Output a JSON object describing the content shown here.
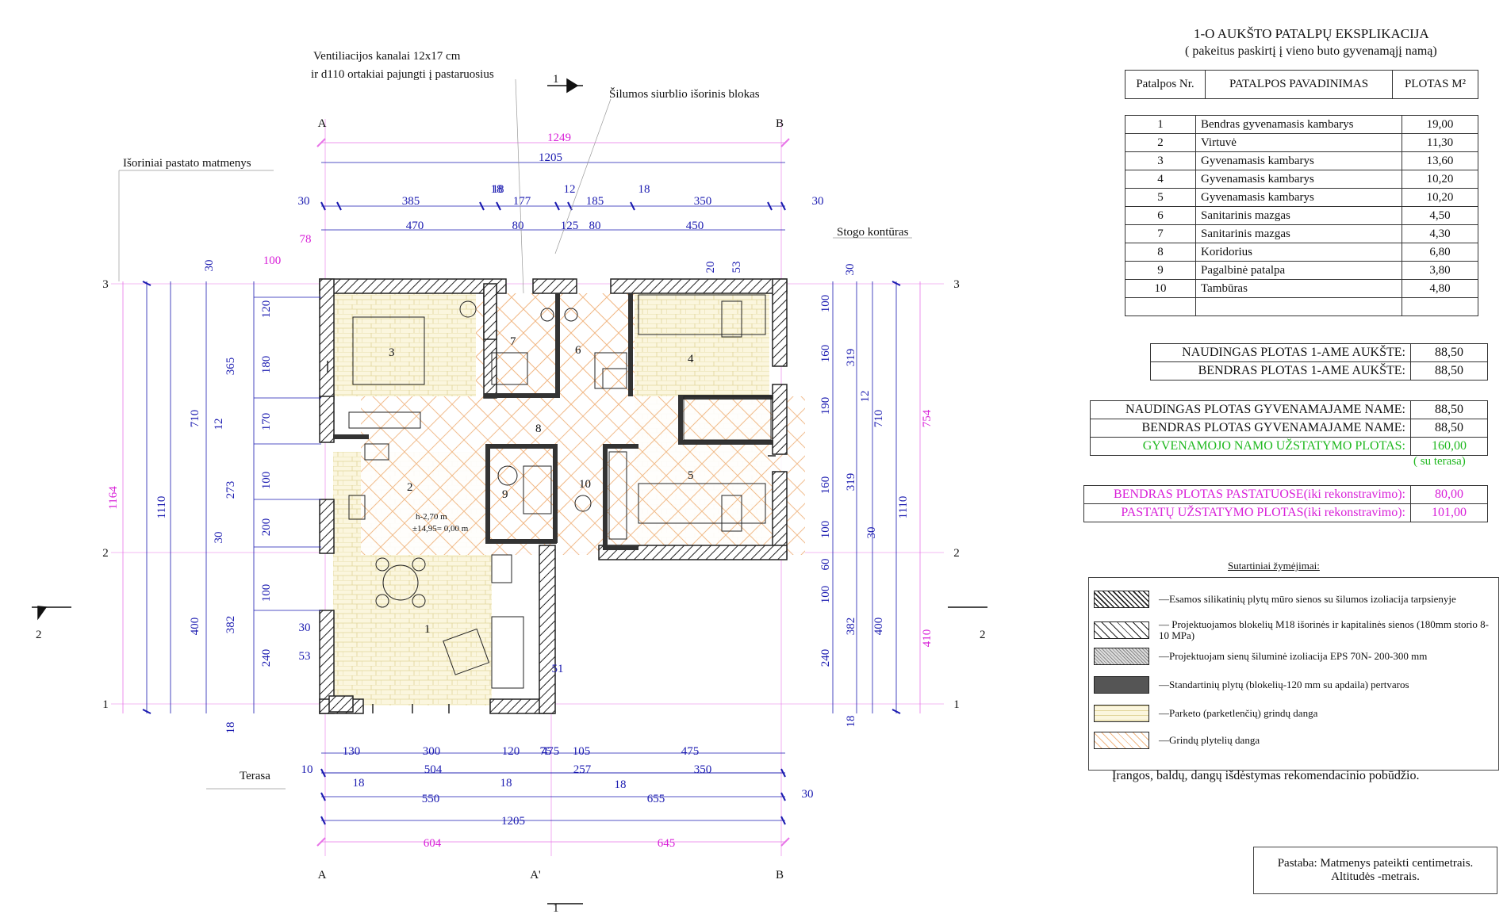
{
  "explication": {
    "title": "1-O AUKŠTO PATALPŲ  EKSPLIKACIJA",
    "subtitle": "( pakeitus paskirtį į vieno buto gyvenamąjį namą)",
    "headers": [
      "Patalpos Nr.",
      "PATALPOS PAVADINIMAS",
      "PLOTAS M²"
    ],
    "rows": [
      [
        "1",
        "Bendras gyvenamasis kambarys",
        "19,00"
      ],
      [
        "2",
        "Virtuvė",
        "11,30"
      ],
      [
        "3",
        "Gyvenamasis kambarys",
        "13,60"
      ],
      [
        "4",
        "Gyvenamasis kambarys",
        "10,20"
      ],
      [
        "5",
        "Gyvenamasis kambarys",
        "10,20"
      ],
      [
        "6",
        "Sanitarinis mazgas",
        "4,50"
      ],
      [
        "7",
        "Sanitarinis mazgas",
        "4,30"
      ],
      [
        "8",
        "Koridorius",
        "6,80"
      ],
      [
        "9",
        "Pagalbinė patalpa",
        "3,80"
      ],
      [
        "10",
        "Tambūras",
        "4,80"
      ]
    ]
  },
  "summary1": [
    [
      "NAUDINGAS PLOTAS 1-AME AUKŠTE:",
      "88,50"
    ],
    [
      "BENDRAS PLOTAS 1-AME AUKŠTE:",
      "88,50"
    ]
  ],
  "summary2": [
    [
      "NAUDINGAS PLOTAS GYVENAMAJAME NAME:",
      "88,50"
    ],
    [
      "BENDRAS PLOTAS GYVENAMAJAME NAME:",
      "88,50"
    ],
    [
      "GYVENAMOJO NAMO UŽSTATYMO PLOTAS:",
      "160,00"
    ]
  ],
  "su_terasa": "( su terasa)",
  "summary3": [
    [
      "BENDRAS PLOTAS PASTATUOSE(iki rekonstravimo):",
      "80,00"
    ],
    [
      "PASTATŲ UŽSTATYMO PLOTAS(iki rekonstravimo):",
      "101,00"
    ]
  ],
  "legend": {
    "title": "Sutartiniai žymėjimai:",
    "items": [
      "Esamos silikatinių plytų mūro sienos su šilumos izoliacija tarpsienyje",
      "Projektuojamos blokelių M18 išorinės ir kapitalinės sienos (180mm storio 8-10 MPa)",
      "Projektuojam sienų šiluminė izoliacija EPS 70N- 200-300 mm",
      "Standartinių plytų (blokelių-120 mm su apdaila)  pertvaros",
      "Parketo (parketlenčių) grindų danga",
      "Grindų plytelių danga"
    ]
  },
  "equipment_note": "Įrangos, baldų, dangų išdėstymas  rekomendacinio pobūdžio.",
  "note_line1": "Pastaba: Matmenys pateikti centimetrais.",
  "note_line2": "Altitudės -metrais.",
  "plan_labels": {
    "vent1": "Ventiliacijos kanalai 12x17 cm",
    "vent2": "ir d110 ortakiai pajungti į pastaruosius",
    "heat_pump": "Šilumos siurblio išorinis blokas",
    "outer_dims": "Išoriniai pastato matmenys",
    "roof": "Stogo kontūras",
    "terrace": "Terasa",
    "height": "h-2,70 m",
    "level": "±14,95= 0,00 m"
  },
  "axes": {
    "A": "A",
    "A2": "A'",
    "B": "B",
    "n1": "1",
    "n2": "2",
    "n3": "3"
  },
  "section_marks": {
    "s1": "1",
    "s2": "2"
  },
  "dims_top_row1": [
    "30",
    "385",
    "18",
    "177",
    "12",
    "185",
    "18",
    "350",
    "30"
  ],
  "dims_top_row2": [
    "470",
    "80",
    "125",
    "80",
    "450"
  ],
  "dims_top_total": "1205",
  "dims_top_magenta": "1249",
  "dims_top_misc": [
    "78",
    "100",
    "30",
    "20",
    "53",
    "30"
  ],
  "dims_bottom_row1": [
    "130",
    "300",
    "120",
    "75",
    "105",
    "475"
  ],
  "dims_bottom_row2": [
    "10",
    "504",
    "257",
    "350"
  ],
  "dims_bottom_row3": [
    "550",
    "655"
  ],
  "dims_bottom_total": "1205",
  "dims_bottom_magenta": [
    "604",
    "645"
  ],
  "dims_bottom_misc": [
    "18",
    "18",
    "18",
    "30"
  ],
  "dims_left": {
    "magenta": "1164",
    "col1": [
      "1110"
    ],
    "col2": [
      "710",
      "400"
    ],
    "col3": [
      "365",
      "12",
      "273",
      "30",
      "382",
      "18"
    ],
    "col4": [
      "120",
      "180",
      "170",
      "100",
      "200",
      "100",
      "240"
    ],
    "misc": [
      "30",
      "30",
      "53"
    ]
  },
  "dims_right": {
    "magenta": [
      "754",
      "410"
    ],
    "col1": [
      "1110"
    ],
    "col2": [
      "710",
      "400"
    ],
    "col3": [
      "319",
      "12",
      "319",
      "30",
      "382",
      "18"
    ],
    "col4": [
      "100",
      "160",
      "190",
      "160",
      "100",
      "60",
      "100",
      "240"
    ],
    "misc": [
      "51"
    ]
  },
  "room_numbers": [
    "1",
    "2",
    "3",
    "4",
    "5",
    "6",
    "7",
    "8",
    "9",
    "10"
  ]
}
